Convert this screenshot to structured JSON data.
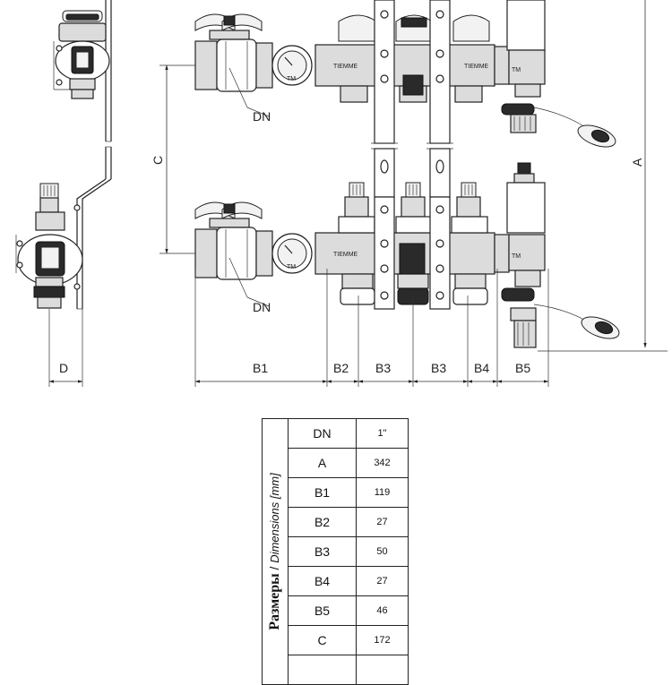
{
  "brand": "TIEMME",
  "brand_mark": "TM",
  "dimension_labels": {
    "dn_top": "DN",
    "dn_bottom": "DN",
    "a": "A",
    "c": "C",
    "d": "D",
    "b1": "B1",
    "b2": "B2",
    "b3_left": "B3",
    "b3_right": "B3",
    "b4": "B4",
    "b5": "B5"
  },
  "table": {
    "caption_ru": "Размеры",
    "caption_sep": " / ",
    "caption_en": "Dimensions [mm]",
    "rows": [
      {
        "param": "DN",
        "value": "1\""
      },
      {
        "param": "A",
        "value": "342"
      },
      {
        "param": "B1",
        "value": "119"
      },
      {
        "param": "B2",
        "value": "27"
      },
      {
        "param": "B3",
        "value": "50"
      },
      {
        "param": "B4",
        "value": "27"
      },
      {
        "param": "B5",
        "value": "46"
      },
      {
        "param": "C",
        "value": "172"
      },
      {
        "param": "",
        "value": ""
      }
    ]
  }
}
